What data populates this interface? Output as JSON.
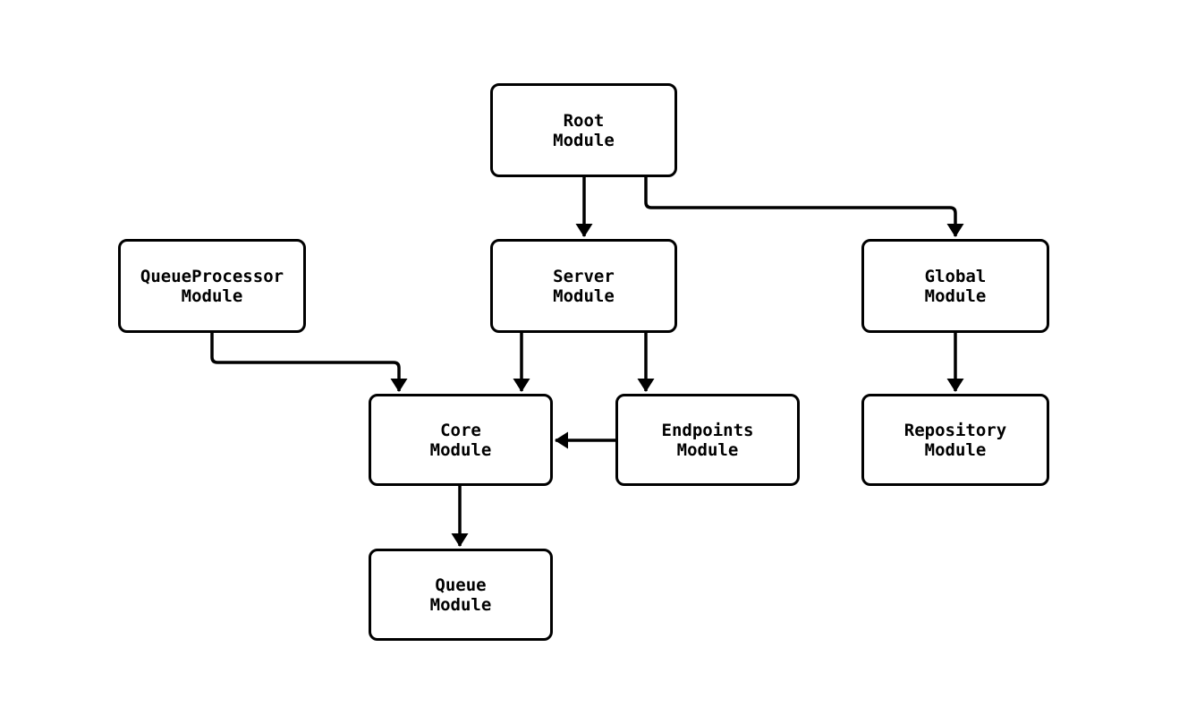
{
  "diagram": {
    "type": "module-dependency-flowchart",
    "background_color": "#ffffff",
    "line_color": "#000000",
    "node_fill_color": "#ffffff",
    "node_border_color": "#000000",
    "text_color": "#000000",
    "nodes": [
      {
        "id": "root",
        "label": "Root\nModule"
      },
      {
        "id": "queueprocessor",
        "label": "QueueProcessor\nModule"
      },
      {
        "id": "server",
        "label": "Server\nModule"
      },
      {
        "id": "global",
        "label": "Global\nModule"
      },
      {
        "id": "core",
        "label": "Core\nModule"
      },
      {
        "id": "endpoints",
        "label": "Endpoints\nModule"
      },
      {
        "id": "repository",
        "label": "Repository\nModule"
      },
      {
        "id": "queue",
        "label": "Queue\nModule"
      }
    ],
    "edges": [
      {
        "from": "root",
        "to": "server"
      },
      {
        "from": "root",
        "to": "global"
      },
      {
        "from": "queueprocessor",
        "to": "core"
      },
      {
        "from": "server",
        "to": "core"
      },
      {
        "from": "server",
        "to": "endpoints"
      },
      {
        "from": "endpoints",
        "to": "core"
      },
      {
        "from": "global",
        "to": "repository"
      },
      {
        "from": "core",
        "to": "queue"
      }
    ]
  }
}
